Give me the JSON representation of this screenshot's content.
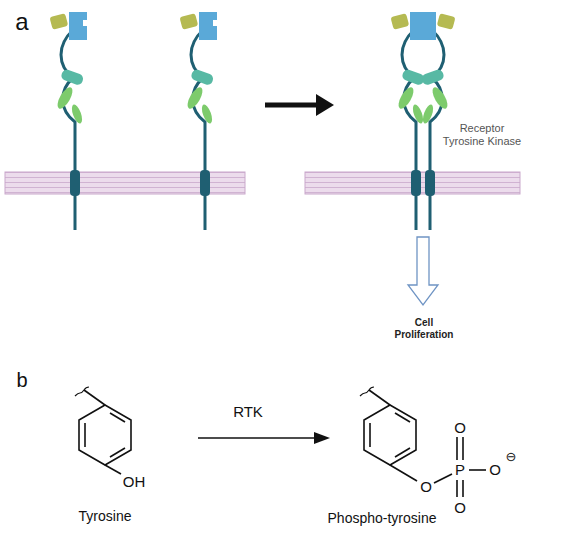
{
  "diagram": {
    "labels": [
      "a",
      "Receptor Tyrosine Kinase",
      "Cell Proliferation",
      "b",
      "RTK",
      "OH",
      "Tyrosine",
      "O",
      "P",
      "O",
      "O",
      "O",
      "⊖",
      "Phospho-tyrosine"
    ]
  }
}
